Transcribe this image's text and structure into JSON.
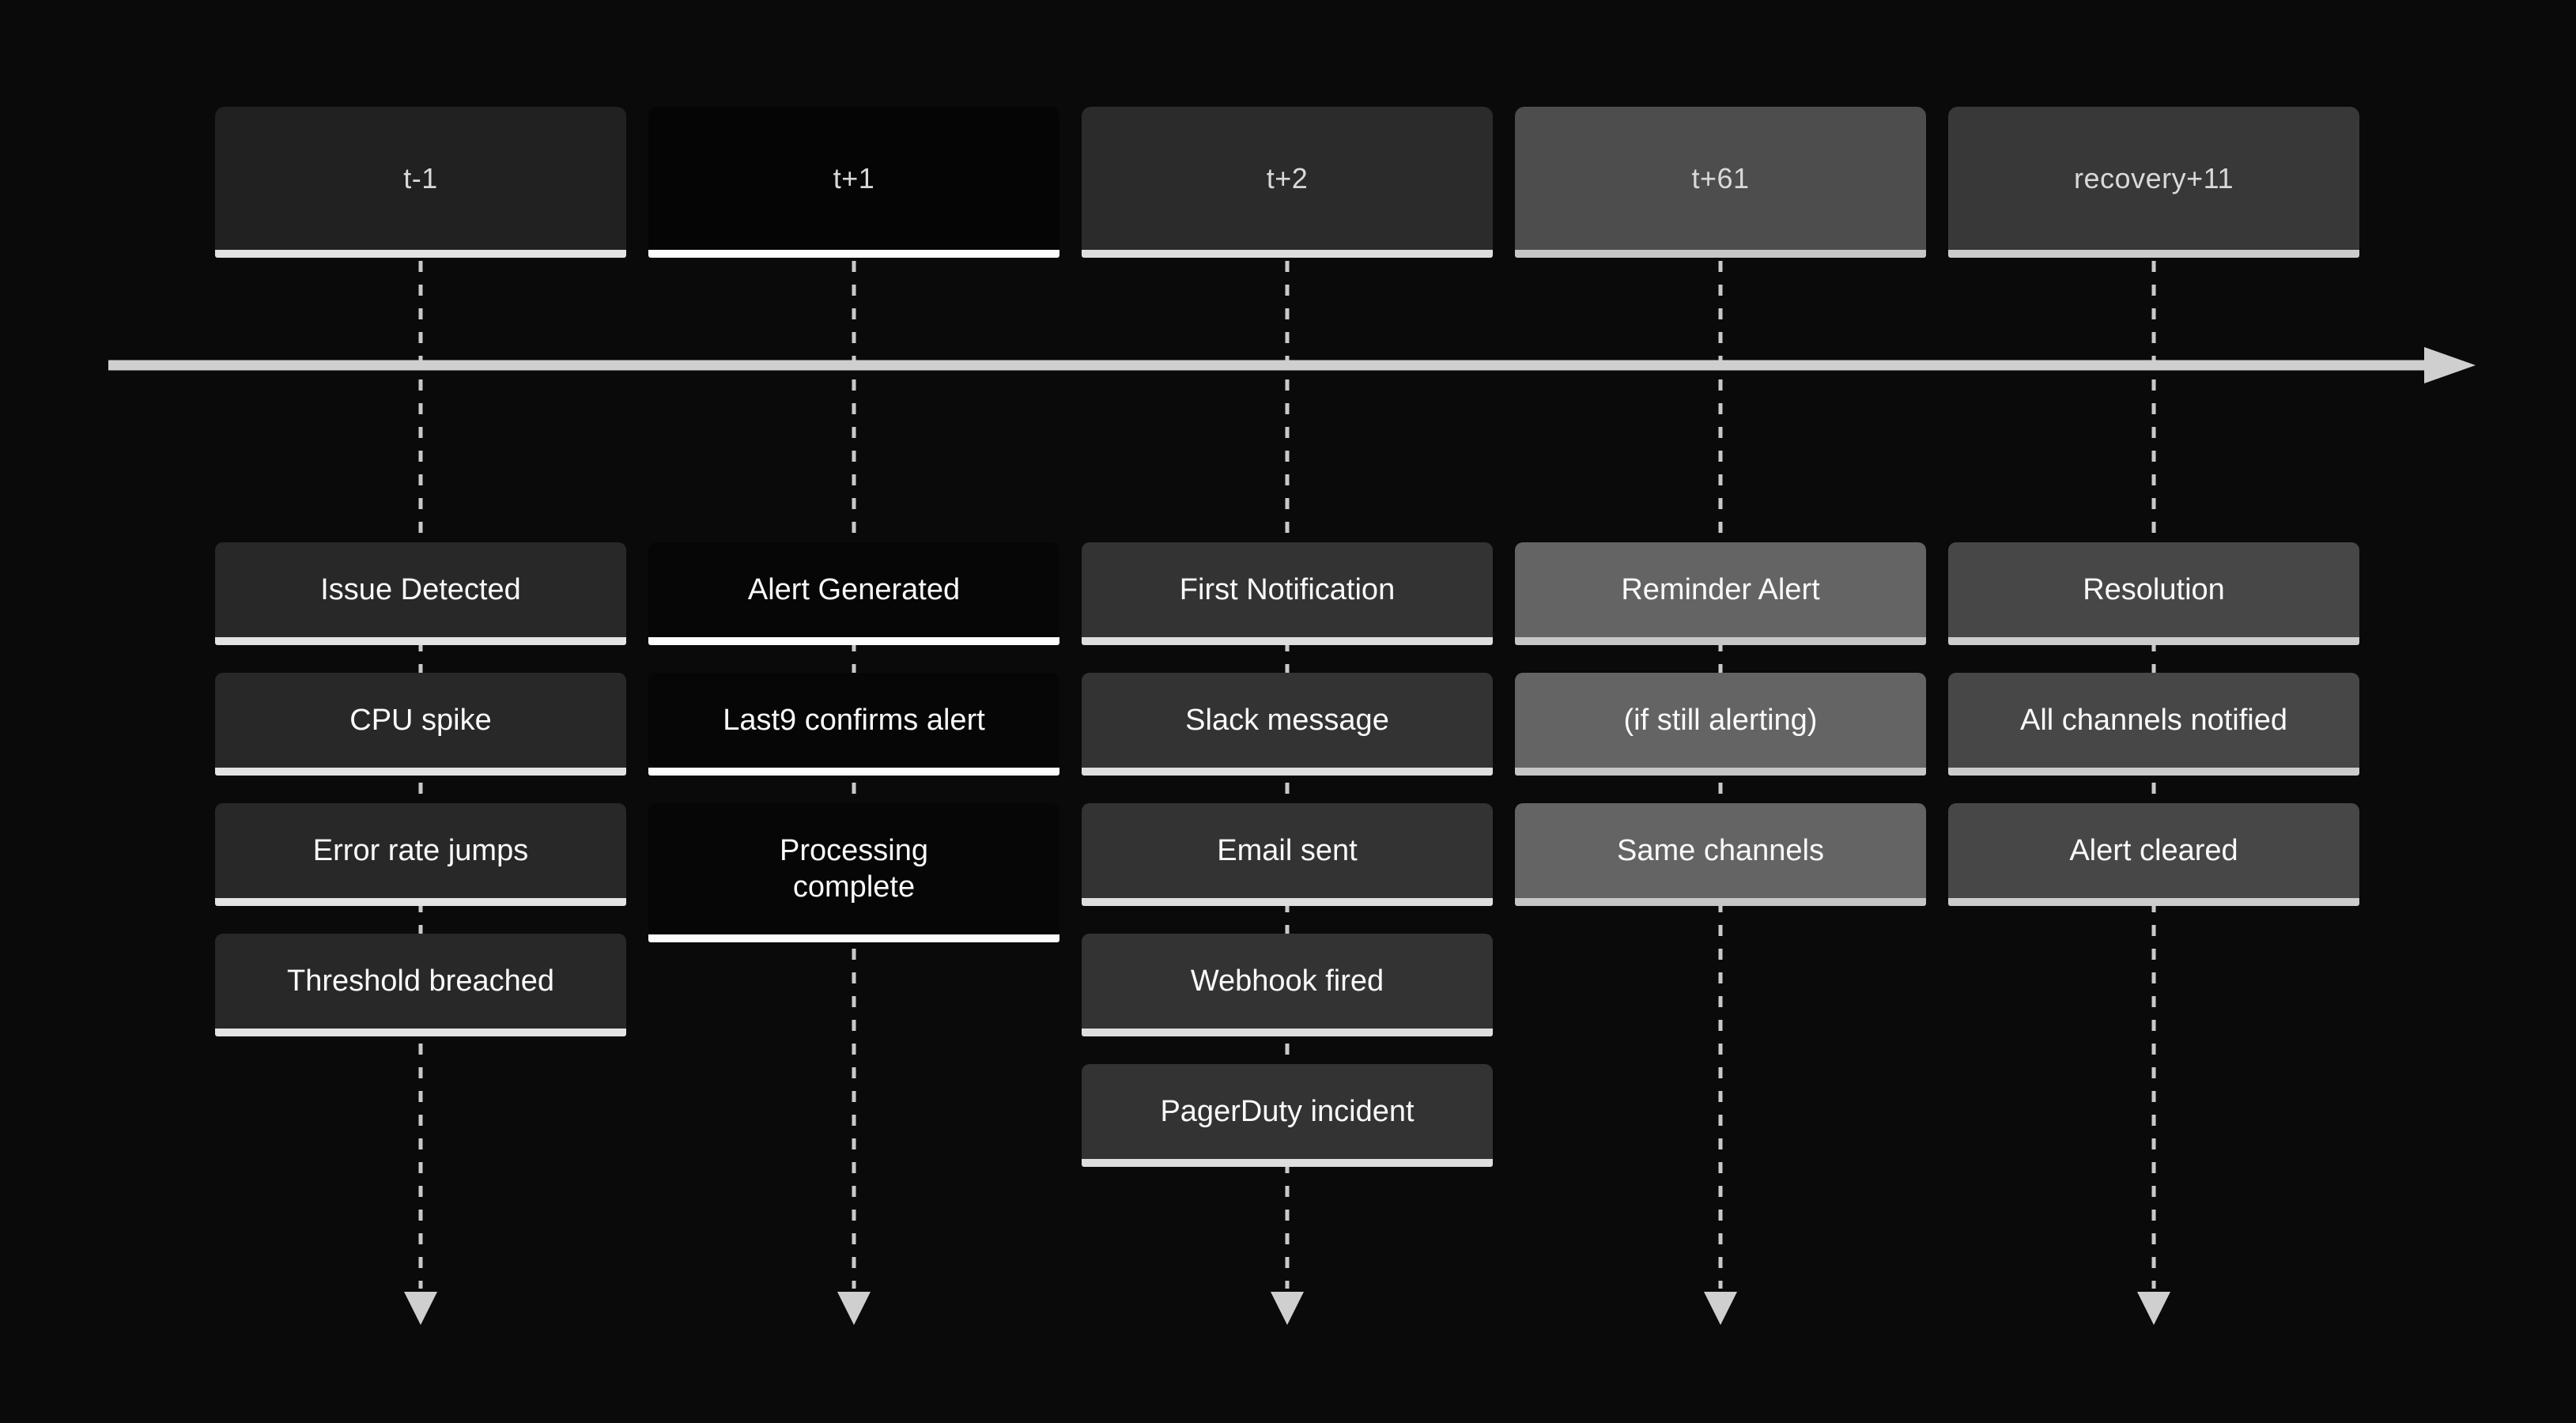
{
  "page": {
    "background": "#0a0a0a",
    "event_text_color": "#fafafa",
    "header_text_color": "#d9d9d9"
  },
  "timeline": {
    "axis_color": "#cfcfcf",
    "dash_color": "#c9c9c9",
    "arrowhead_color": "#cfcfcf"
  },
  "columns": [
    {
      "label": "t-1",
      "header_bg": "#212121",
      "box_bg": "#282828",
      "border_color": "#e3e3e3",
      "events": [
        "Issue Detected",
        "CPU spike",
        "Error rate jumps",
        "Threshold breached"
      ]
    },
    {
      "label": "t+1",
      "header_bg": "#050505",
      "box_bg": "#060606",
      "border_color": "#fcfcfc",
      "events": [
        "Alert Generated",
        "Last9 confirms alert",
        "Processing\ncomplete"
      ]
    },
    {
      "label": "t+2",
      "header_bg": "#2b2b2b",
      "box_bg": "#333333",
      "border_color": "#dedede",
      "events": [
        "First Notification",
        "Slack message",
        "Email sent",
        "Webhook fired",
        "PagerDuty incident"
      ]
    },
    {
      "label": "t+61",
      "header_bg": "#4d4d4d",
      "box_bg": "#646464",
      "border_color": "#c6c6c6",
      "events": [
        "Reminder Alert",
        "(if still alerting)",
        "Same channels"
      ]
    },
    {
      "label": "recovery+11",
      "header_bg": "#383838",
      "box_bg": "#474747",
      "border_color": "#cccccc",
      "events": [
        "Resolution",
        "All channels notified",
        "Alert cleared"
      ]
    }
  ]
}
